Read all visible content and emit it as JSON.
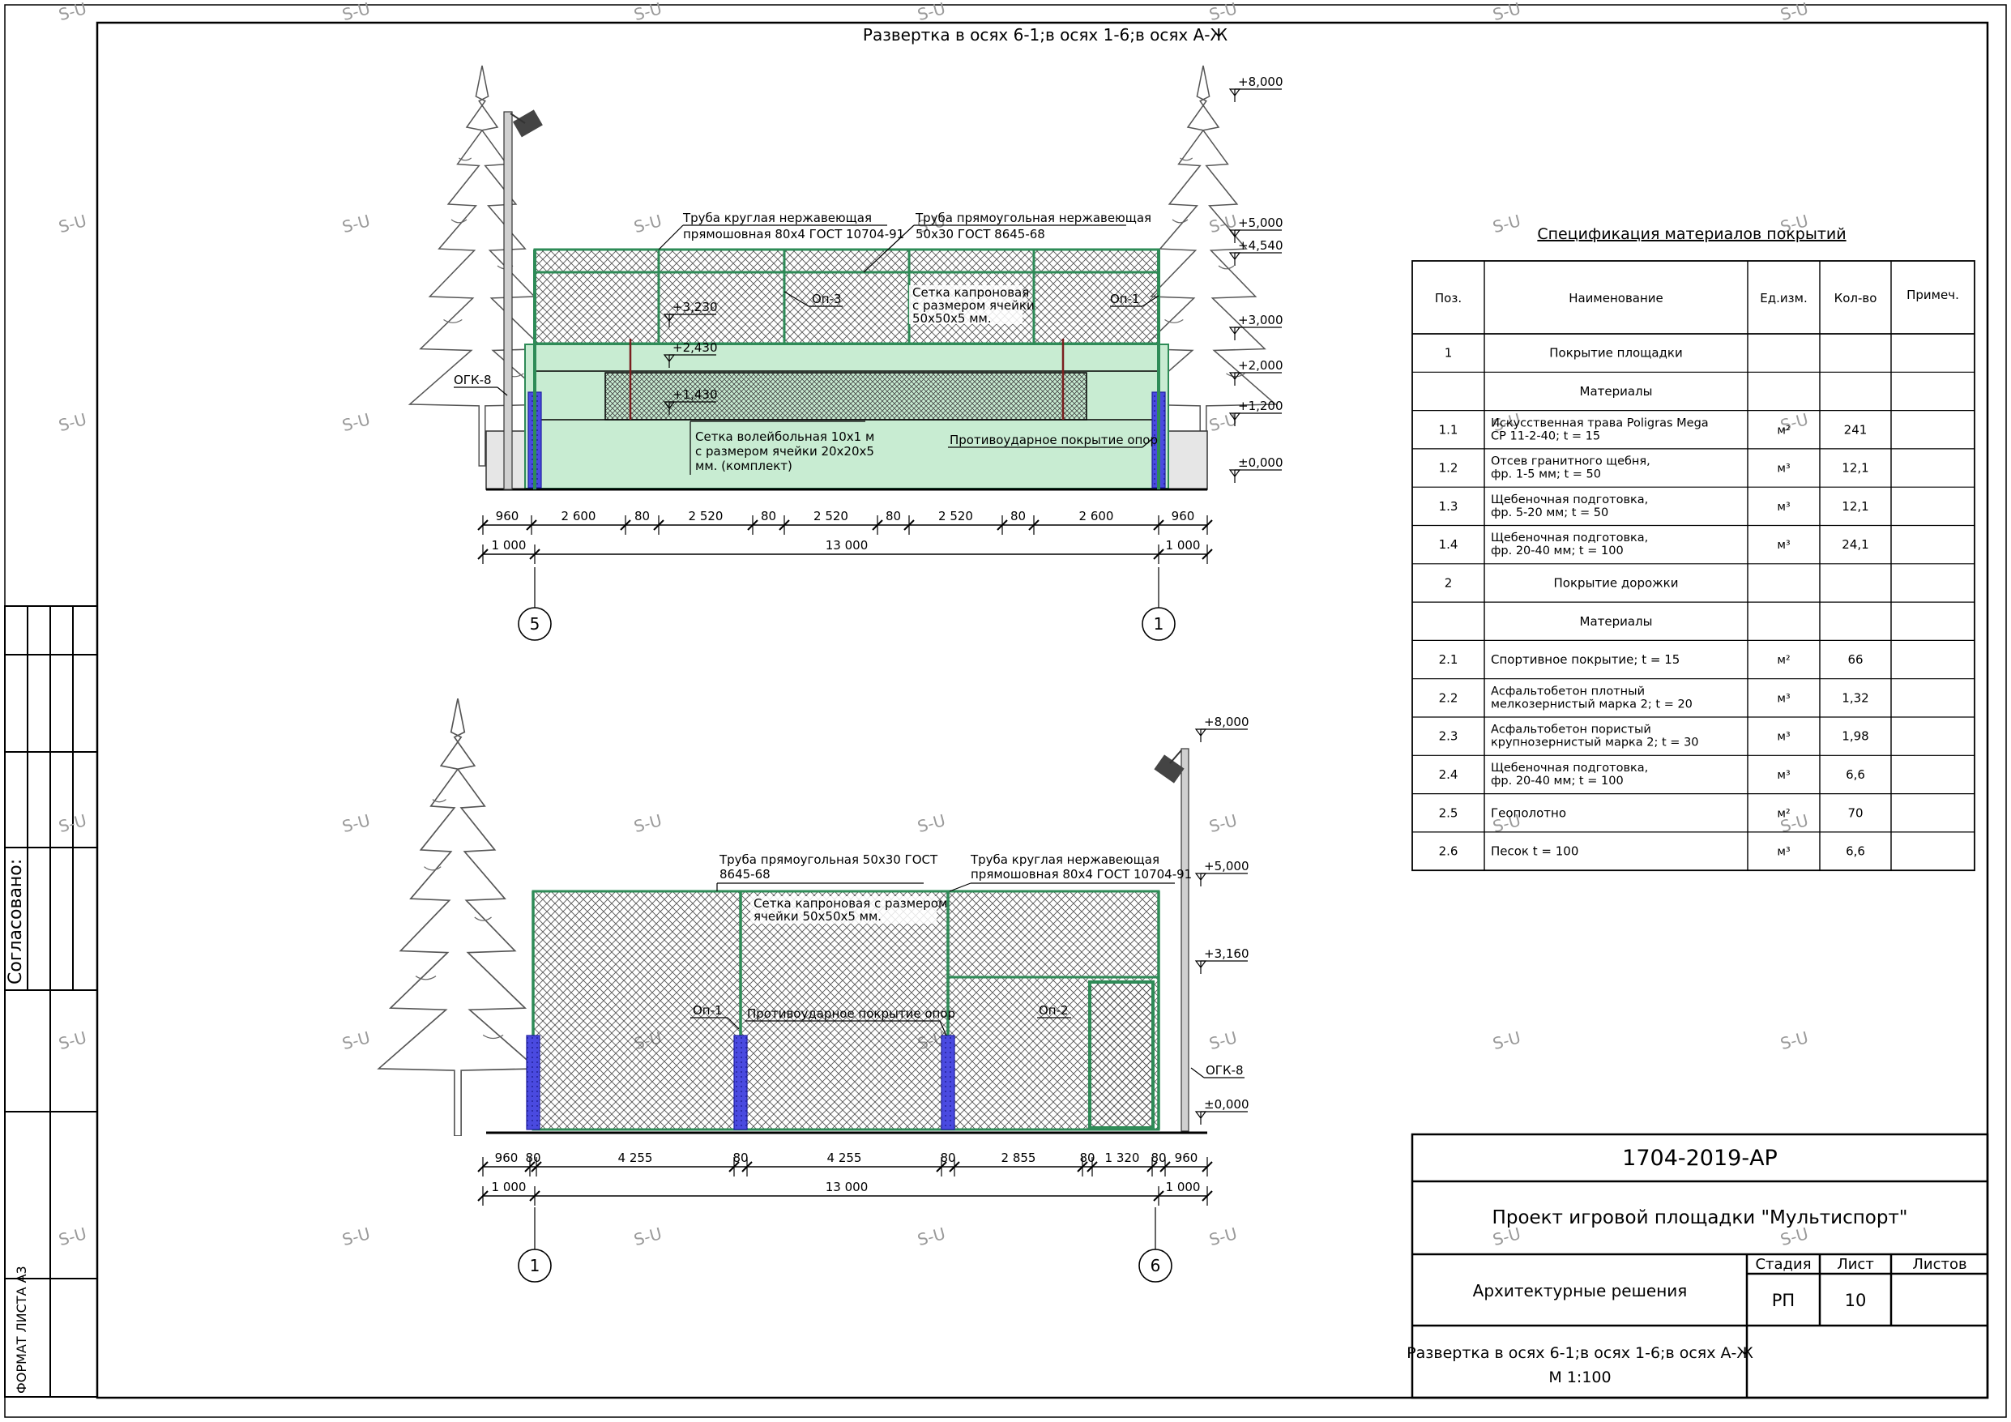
{
  "sheet_title": "Развертка в осях 6-1;в осях 1-6;в осях А-Ж",
  "watermark": "S-U",
  "side_labels": {
    "agreed": "Согласовано:",
    "format": "ФОРМАТ ЛИСТА А3"
  },
  "elev1": {
    "levels": [
      "+8,000",
      "+5,000",
      "+4,540",
      "+3,000",
      "+2,000",
      "+1,200",
      "±0,000"
    ],
    "inner_levels": [
      "+3,230",
      "+2,430",
      "+1,430"
    ],
    "notes": {
      "pipe_round": [
        "Труба круглая нержавеющая",
        "прямошовная 80х4 ГОСТ 10704-91"
      ],
      "pipe_rect": [
        "Труба прямоугольная нержавеющая",
        "50х30 ГОСТ 8645-68"
      ],
      "net_kapron": [
        "Сетка капроновая",
        "с размером ячейки",
        "50х50х5 мм."
      ],
      "op3": "Оп-3",
      "op1": "Оп-1",
      "ogk": "ОГК-8",
      "volley_net": [
        "Сетка волейбольная 10х1 м",
        "с размером ячейки 20х20х5",
        "мм. (комплект)"
      ],
      "impact_cover": "Противоударное покрытие опор"
    },
    "dims_top": [
      "960",
      "2 600",
      "80",
      "2 520",
      "80",
      "2 520",
      "80",
      "2 520",
      "80",
      "2 600",
      "960"
    ],
    "dims_bottom": [
      "1 000",
      "13 000",
      "1 000"
    ],
    "axes": [
      "5",
      "1"
    ]
  },
  "elev2": {
    "levels": [
      "+8,000",
      "+5,000",
      "+3,160",
      "±0,000"
    ],
    "notes": {
      "pipe_rect": [
        "Труба прямоугольная 50х30 ГОСТ",
        "8645-68"
      ],
      "pipe_round": [
        "Труба круглая нержавеющая",
        "прямошовная 80х4 ГОСТ 10704-91"
      ],
      "net_kapron": [
        "Сетка капроновая с размером",
        "ячейки 50х50х5 мм."
      ],
      "op1": "Оп-1",
      "impact_cover": "Противоударное покрытие опор",
      "op2": "Оп-2",
      "ogk": "ОГК-8"
    },
    "dims_top": [
      "960",
      "80",
      "4 255",
      "80",
      "4 255",
      "80",
      "2 855",
      "80",
      "1 320",
      "80",
      "960"
    ],
    "dims_bottom": [
      "1 000",
      "13 000",
      "1 000"
    ],
    "axes": [
      "1",
      "6"
    ]
  },
  "spec": {
    "title": "Спецификация материалов покрытий",
    "headers": [
      "Поз.",
      "Наименование",
      "Ед.изм.",
      "Кол-во",
      "Примеч."
    ],
    "rows": [
      {
        "pos": "1",
        "name": [
          "Покрытие площадки"
        ],
        "unit": "",
        "qty": "",
        "center": true
      },
      {
        "pos": "",
        "name": [
          "Материалы"
        ],
        "unit": "",
        "qty": "",
        "center": true
      },
      {
        "pos": "1.1",
        "name": [
          "Искусственная трава Poligras Mega",
          "CP 11-2-40; t = 15"
        ],
        "unit": "м²",
        "qty": "241"
      },
      {
        "pos": "1.2",
        "name": [
          "Отсев гранитного щебня,",
          "фр. 1-5 мм; t = 50"
        ],
        "unit": "м³",
        "qty": "12,1"
      },
      {
        "pos": "1.3",
        "name": [
          "Щебеночная подготовка,",
          "фр. 5-20 мм; t = 50"
        ],
        "unit": "м³",
        "qty": "12,1"
      },
      {
        "pos": "1.4",
        "name": [
          "Щебеночная подготовка,",
          "фр. 20-40 мм; t = 100"
        ],
        "unit": "м³",
        "qty": "24,1"
      },
      {
        "pos": "2",
        "name": [
          "Покрытие дорожки"
        ],
        "unit": "",
        "qty": "",
        "center": true
      },
      {
        "pos": "",
        "name": [
          "Материалы"
        ],
        "unit": "",
        "qty": "",
        "center": true
      },
      {
        "pos": "2.1",
        "name": [
          "Спортивное покрытие; t = 15"
        ],
        "unit": "м²",
        "qty": "66"
      },
      {
        "pos": "2.2",
        "name": [
          "Асфальтобетон плотный",
          "мелкозернистый марка 2; t = 20"
        ],
        "unit": "м³",
        "qty": "1,32"
      },
      {
        "pos": "2.3",
        "name": [
          "Асфальтобетон пористый",
          "крупнозернистый марка 2; t = 30"
        ],
        "unit": "м³",
        "qty": "1,98"
      },
      {
        "pos": "2.4",
        "name": [
          "Щебеночная подготовка,",
          "фр. 20-40 мм; t = 100"
        ],
        "unit": "м³",
        "qty": "6,6"
      },
      {
        "pos": "2.5",
        "name": [
          "Геополотно"
        ],
        "unit": "м²",
        "qty": "70"
      },
      {
        "pos": "2.6",
        "name": [
          "Песок t = 100"
        ],
        "unit": "м³",
        "qty": "6,6"
      }
    ]
  },
  "stamp": {
    "code": "1704-2019-АР",
    "project": "Проект игровой площадки \"Мультиспорт\"",
    "section": "Архитектурные решения",
    "stage_label": "Стадия",
    "sheet_label": "Лист",
    "sheets_label": "Листов",
    "stage": "РП",
    "sheet": "10",
    "sheets": "",
    "drawing_title": "Развертка в осях 6-1;в осях 1-6;в осях А-Ж",
    "scale": "М 1:100"
  },
  "colors": {
    "frame": "#000000",
    "green": "#2e8b57",
    "green_fill": "#c8ecd2",
    "blue": "#4a4ae0",
    "gray": "#777777"
  }
}
